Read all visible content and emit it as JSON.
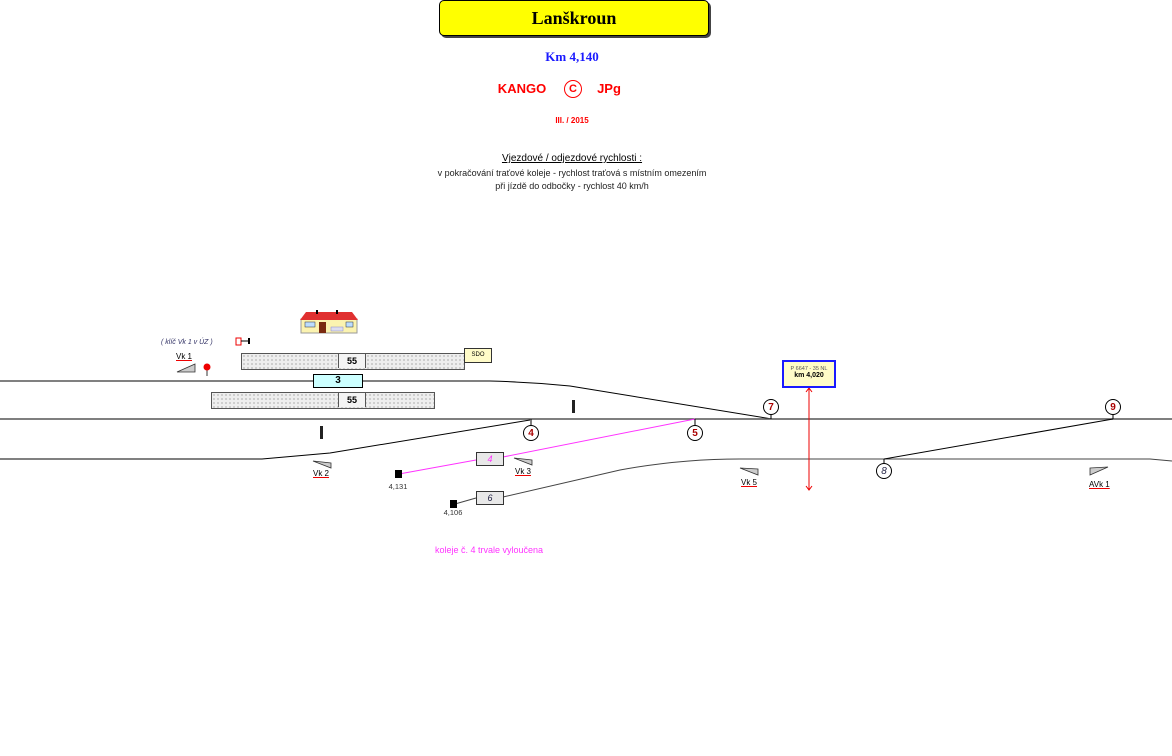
{
  "header": {
    "title": "Lanškroun",
    "km": "Km  4,140",
    "author": "KANGO",
    "copyright": "C",
    "initials": "JPg",
    "date": "III.  / 2015"
  },
  "speeds": {
    "heading": "Vjezdové / odjezdové rychlosti :",
    "line1": "v pokračování traťové koleje - rychlost traťová s místním omezením",
    "line2": "při jízdě do odbočky - rychlost  40 km/h"
  },
  "labels": {
    "key_note": "( klíč Vk 1 v ÚZ )",
    "vk1": "Vk 1",
    "vk2": "Vk 2",
    "vk3": "Vk 3",
    "vk5": "Vk 5",
    "avk1": "AVk 1",
    "sdo": "SDO",
    "platform_upper": "55",
    "platform_lower": "55",
    "track3": "3",
    "track4": "4",
    "track6": "6",
    "stop4": "4,131",
    "stop6": "4,106",
    "crossing_line1": "P 6647 - 35 NL",
    "crossing_line2": "km 4,020",
    "note": "koleje č. 4 trvale vyloučena"
  },
  "switches": [
    "7",
    "4",
    "5",
    "9",
    "8"
  ],
  "colors": {
    "title_bg": "#ffff00",
    "excluded": "#ff33ff",
    "accent_blue": "#1a1aff",
    "accent_red": "#ff0000"
  }
}
